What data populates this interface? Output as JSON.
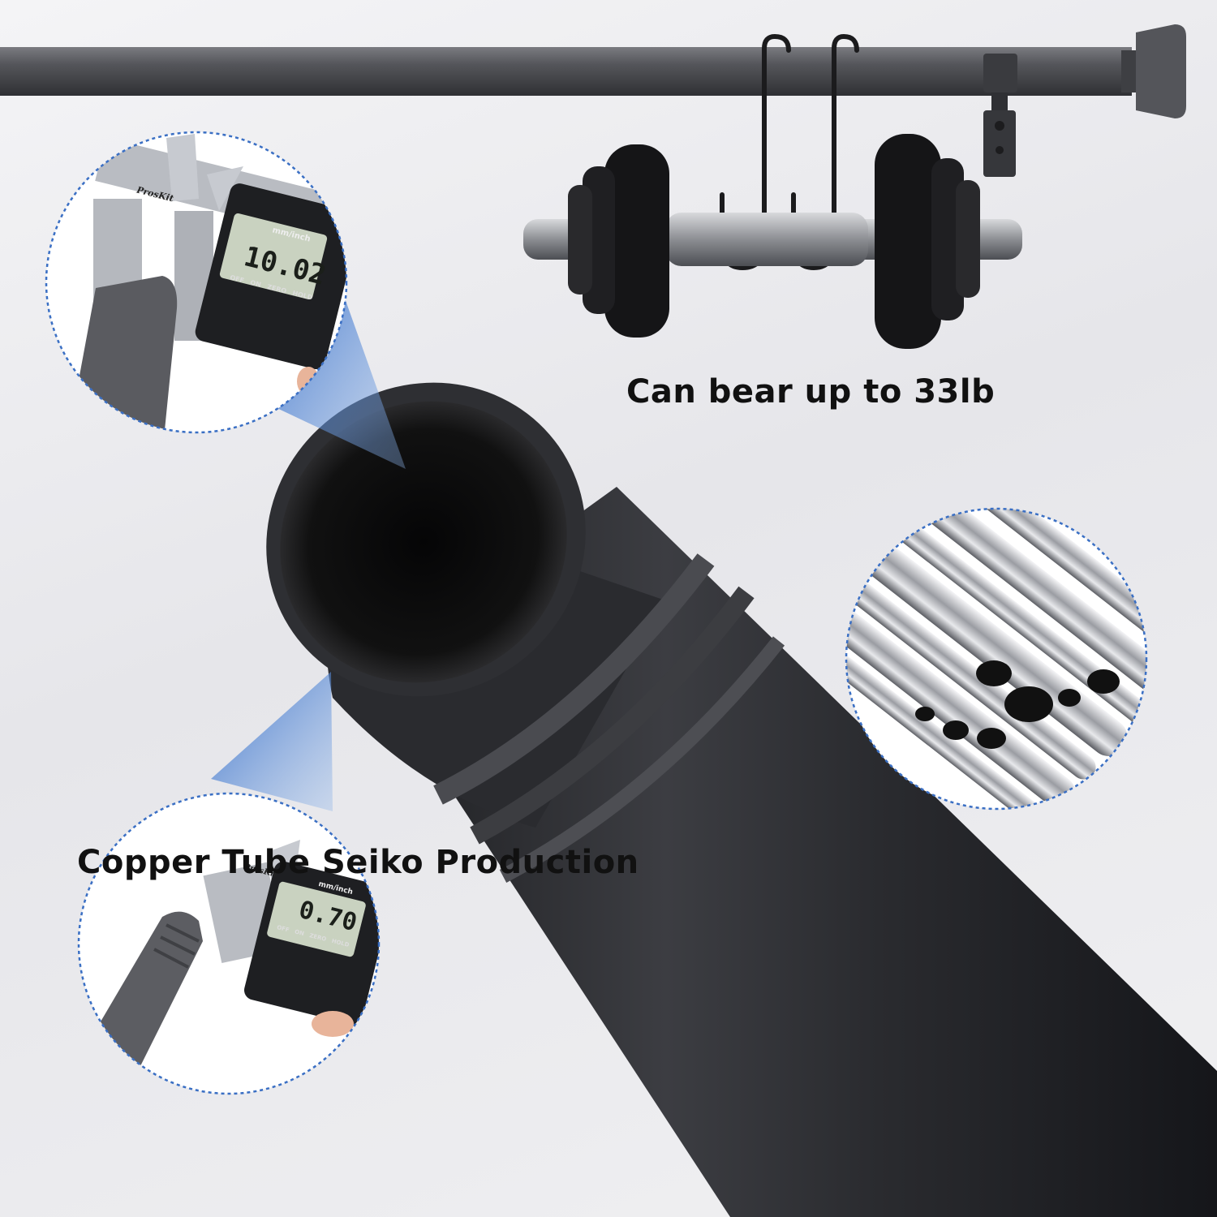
{
  "captions": {
    "load": "Can bear up to 33lb",
    "material": "Copper Tube Seiko Production"
  },
  "calipers": {
    "top": {
      "brand": "ProsKit",
      "reading": "10.02",
      "unit_label": "mm/inch",
      "buttons": [
        "OFF",
        "ON",
        "ZERO",
        "HOLD"
      ]
    },
    "bottom": {
      "brand": "ProsKit",
      "reading": "0.70",
      "unit_label": "mm/inch",
      "buttons": [
        "OFF",
        "ON",
        "ZERO",
        "HOLD"
      ]
    }
  },
  "colors": {
    "rod": "#4a4b4f",
    "tube": "#2b2c30",
    "pointer_blue": "#4a86d6",
    "circle_border": "#3a6fc4"
  }
}
